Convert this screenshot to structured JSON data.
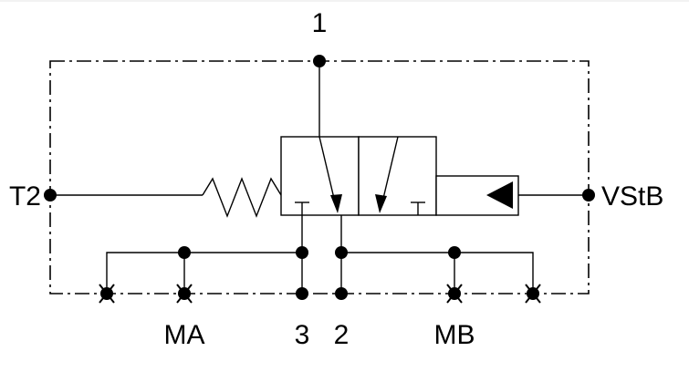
{
  "labels": {
    "port_1": "1",
    "port_t2": "T2",
    "port_vstb": "VStB",
    "port_ma": "MA",
    "port_3": "3",
    "port_2": "2",
    "port_mb": "MB"
  },
  "colors": {
    "line": "#000000",
    "background": "#ffffff"
  }
}
